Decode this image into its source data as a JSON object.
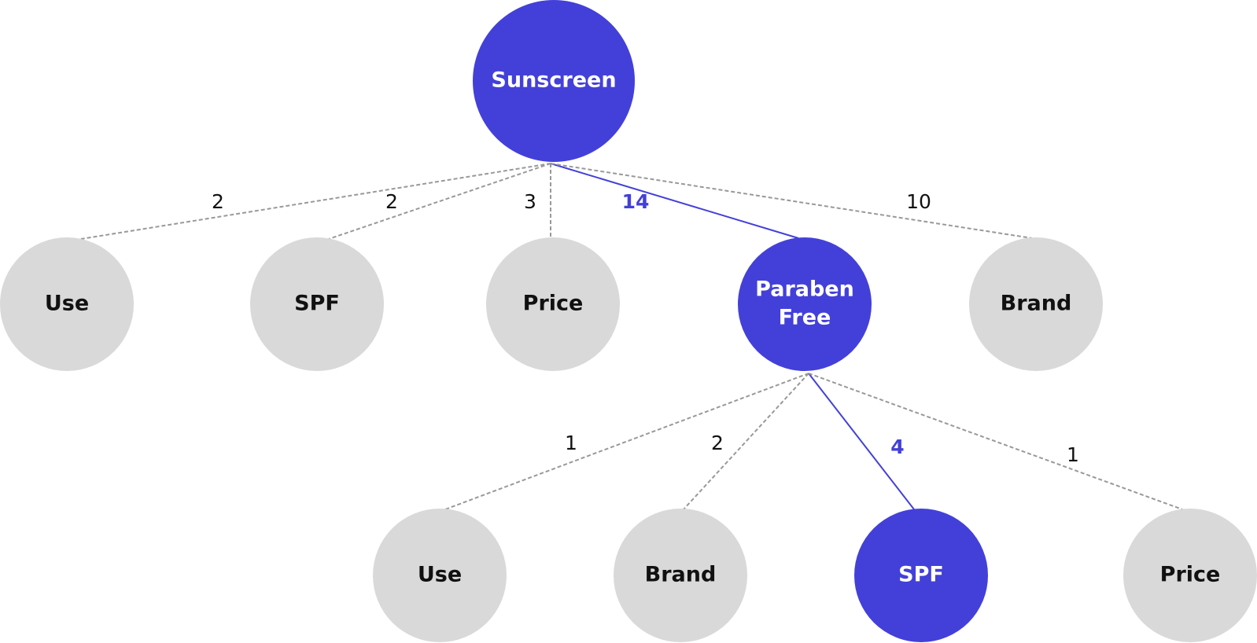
{
  "colors": {
    "accent": "#4340d9",
    "node_default": "#d9d9d9",
    "text_default": "#111111",
    "text_on_accent": "#ffffff",
    "edge_default": "#999999",
    "edge_label_default": "#111111"
  },
  "diagram": {
    "nodes": [
      {
        "id": "sunscreen",
        "lines": [
          "Sunscreen"
        ],
        "highlighted": true
      },
      {
        "id": "use-1",
        "lines": [
          "Use"
        ],
        "highlighted": false
      },
      {
        "id": "spf-1",
        "lines": [
          "SPF"
        ],
        "highlighted": false
      },
      {
        "id": "price-1",
        "lines": [
          "Price"
        ],
        "highlighted": false
      },
      {
        "id": "paraben-free",
        "lines": [
          "Paraben",
          "Free"
        ],
        "highlighted": true
      },
      {
        "id": "brand-1",
        "lines": [
          "Brand"
        ],
        "highlighted": false
      },
      {
        "id": "use-2",
        "lines": [
          "Use"
        ],
        "highlighted": false
      },
      {
        "id": "brand-2",
        "lines": [
          "Brand"
        ],
        "highlighted": false
      },
      {
        "id": "spf-2",
        "lines": [
          "SPF"
        ],
        "highlighted": true
      },
      {
        "id": "price-2",
        "lines": [
          "Price"
        ],
        "highlighted": false
      }
    ],
    "edges": [
      {
        "from": "sunscreen",
        "to": "use-1",
        "label": "2",
        "highlighted": false
      },
      {
        "from": "sunscreen",
        "to": "spf-1",
        "label": "2",
        "highlighted": false
      },
      {
        "from": "sunscreen",
        "to": "price-1",
        "label": "3",
        "highlighted": false
      },
      {
        "from": "sunscreen",
        "to": "paraben-free",
        "label": "14",
        "highlighted": true
      },
      {
        "from": "sunscreen",
        "to": "brand-1",
        "label": "10",
        "highlighted": false
      },
      {
        "from": "paraben-free",
        "to": "use-2",
        "label": "1",
        "highlighted": false
      },
      {
        "from": "paraben-free",
        "to": "brand-2",
        "label": "2",
        "highlighted": false
      },
      {
        "from": "paraben-free",
        "to": "spf-2",
        "label": "4",
        "highlighted": true
      },
      {
        "from": "paraben-free",
        "to": "price-2",
        "label": "1",
        "highlighted": false
      }
    ]
  }
}
